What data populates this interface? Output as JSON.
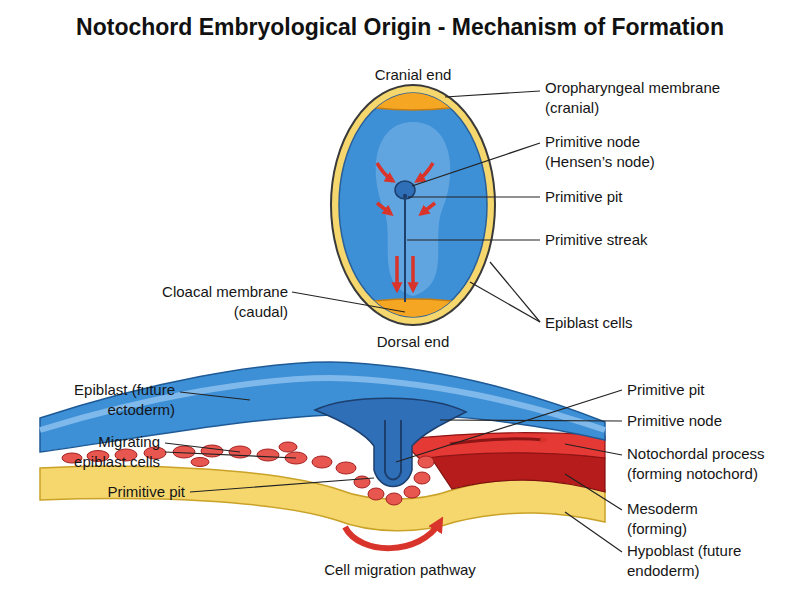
{
  "diagram": {
    "title": "Notochord Embryological Origin - Mechanism of Formation",
    "labels": [
      "Cranial end",
      "Oropharyngeal membrane (cranial)",
      "Primitive node (Hensen’s node)",
      "Primitive pit",
      "Primitive streak",
      "Cloacal membrane (caudal)",
      "Epiblast cells",
      "Dorsal end",
      "Epiblast (future ectoderm)",
      "Primitive pit",
      "Primitive node",
      "Migrating epiblast cells",
      "Notochordal process (forming notochord)",
      "Primitive pit",
      "Mesoderm (forming)",
      "Hypoblast (future endoderm)",
      "Cell migration pathway"
    ]
  }
}
